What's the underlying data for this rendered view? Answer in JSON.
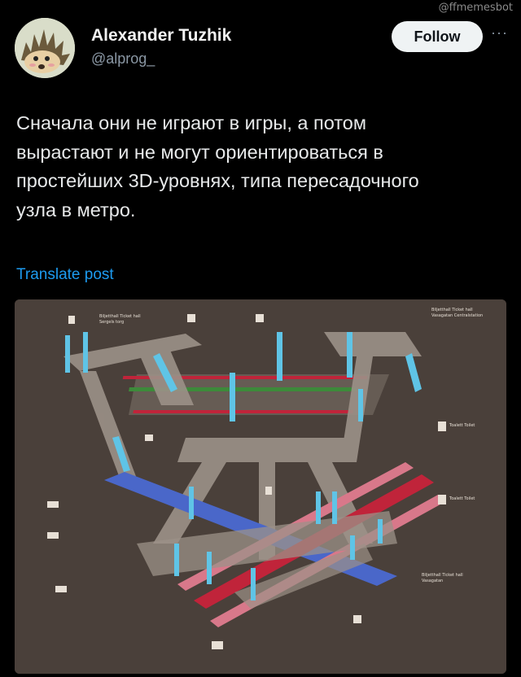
{
  "watermark": "@ffmemesbot",
  "author": {
    "name": "Alexander Tuzhik",
    "handle": "@alprog_",
    "avatar_icon": "hedgehog-avatar-icon"
  },
  "actions": {
    "follow_label": "Follow",
    "more_label": "···"
  },
  "post": {
    "lines": [
      "Сначала они не играют в игры, а потом",
      "вырастают и не могут ориентироваться в",
      "простейших 3D-уровнях, типа пересадочного",
      "узла в метро."
    ],
    "translate_label": "Translate post"
  },
  "map": {
    "labels": {
      "ticket_hall_1": "Biljetthall Ticket hall",
      "ticket_hall_1b": "Sergels torg",
      "ticket_hall_2": "Biljetthall Ticket hall",
      "ticket_hall_2b": "Vasagatan Centralstation",
      "ticket_hall_3": "Biljetthall Ticket hall",
      "ticket_hall_3b": "Vasagatan",
      "toilet_1": "Toalett Toilet",
      "toilet_2": "Toalett Toilet"
    },
    "colors": {
      "background": "#4a403a",
      "walkway": "#9c9188",
      "escalator": "#5fc4e6",
      "platform_red": "#c0243a",
      "platform_green": "#3d8a3a",
      "platform_blue": "#4a67c9",
      "rail_pink": "#d8788a"
    }
  }
}
